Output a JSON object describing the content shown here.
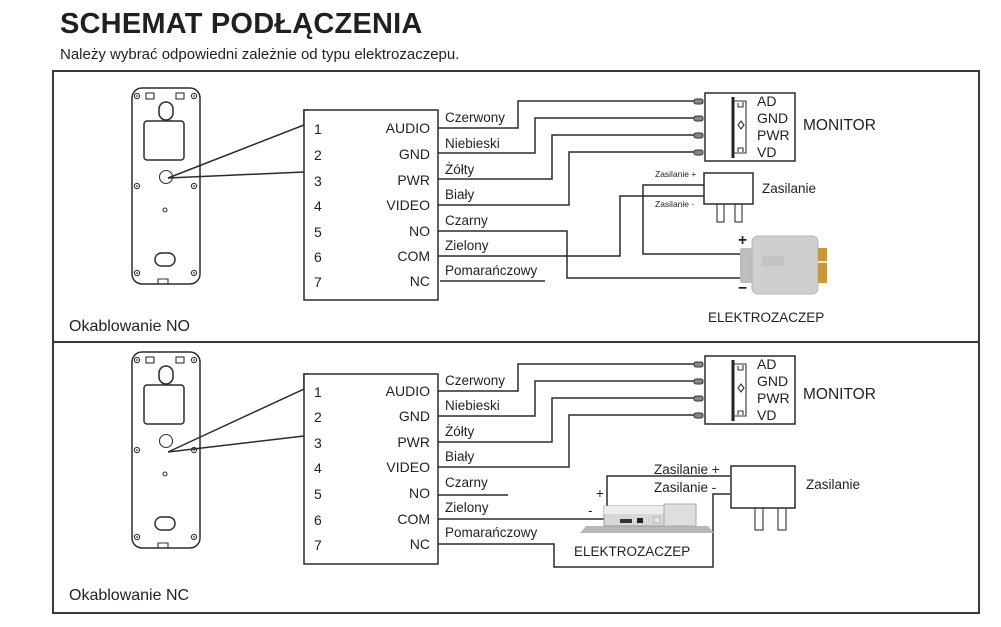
{
  "header": {
    "title": "SCHEMAT PODŁĄCZENIA",
    "subtitle": "Należy wybrać odpowiedni zależnie od typu elektrozaczepu."
  },
  "connector": {
    "pins": [
      "1",
      "2",
      "3",
      "4",
      "5",
      "6",
      "7"
    ],
    "signals": [
      "AUDIO",
      "GND",
      "PWR",
      "VIDEO",
      "NO",
      "COM",
      "NC"
    ],
    "wires": [
      "Czerwony",
      "Niebieski",
      "Żółty",
      "Biały",
      "Czarny",
      "Zielony",
      "Pomarańczowy"
    ]
  },
  "monitor": {
    "label": "MONITOR",
    "terminals": [
      "AD",
      "GND",
      "PWR",
      "VD"
    ]
  },
  "power_supply": {
    "label": "Zasilanie",
    "plus_label": "Zasilanie +",
    "minus_label": "Zasilanie -"
  },
  "lock": {
    "label": "ELEKTROZACZEP",
    "plus": "+",
    "minus": "−",
    "minus_nc": "-",
    "plus_nc": "+"
  },
  "sections": [
    {
      "id": "no",
      "caption": "Okablowanie NO"
    },
    {
      "id": "nc",
      "caption": "Okablowanie NC"
    }
  ],
  "colors": {
    "line": "#2b2b2b",
    "lock_body": "#c9c9c9",
    "lock_brass": "#c8973a"
  }
}
